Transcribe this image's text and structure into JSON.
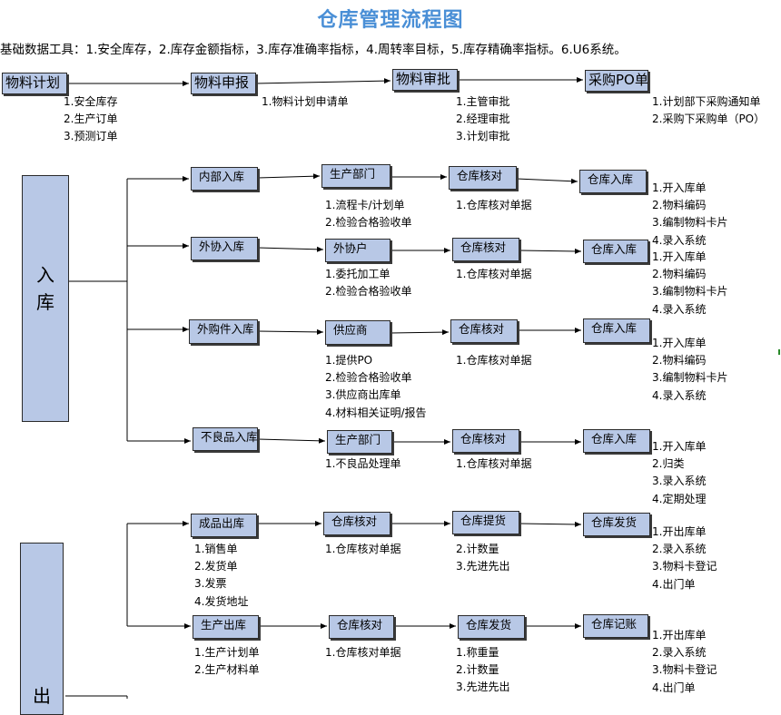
{
  "title": "仓库管理流程图",
  "tools": "基础数据工具：1.安全库存，2.库存金额指标，3.库存准确率指标，4.周转率目标，5.库存精确率指标。6.U6系统。",
  "top": {
    "boxes": [
      "物料计划",
      "物料申报",
      "物料审批",
      "采购PO单"
    ],
    "notes": [
      [
        "1.安全库存",
        "2.生产订单",
        "3.预测订单"
      ],
      [
        "1.物料计划申请单"
      ],
      [
        "1.主管审批",
        "2.经理审批",
        "3.计划审批"
      ],
      [
        "1.计划部下采购通知单",
        "2.采购下采购单（PO）"
      ]
    ]
  },
  "inbound": {
    "label": "入库",
    "rows": [
      {
        "boxes": [
          "内部入库",
          "生产部门",
          "仓库核对",
          "仓库入库"
        ],
        "notes": [
          [
            "1.流程卡/计划单",
            "2.检验合格验收单"
          ],
          [
            "1.仓库核对单据"
          ],
          [
            "1.开入库单",
            "2.物料编码",
            "3.编制物料卡片",
            "4.录入系统"
          ]
        ]
      },
      {
        "boxes": [
          "外协入库",
          "外协户",
          "仓库核对",
          "仓库入库"
        ],
        "notes": [
          [
            "1.委托加工单",
            "2.检验合格验收单"
          ],
          [
            "1.仓库核对单据"
          ],
          [
            "1.开入库单",
            "2.物料编码",
            "3.编制物料卡片",
            "4.录入系统"
          ]
        ]
      },
      {
        "boxes": [
          "外购件入库",
          "供应商",
          "仓库核对",
          "仓库入库"
        ],
        "notes": [
          [
            "1.提供PO",
            "2.检验合格验收单",
            "3.供应商出库单",
            "4.材料相关证明/报告"
          ],
          [
            "1.仓库核对单据"
          ],
          [
            "1.开入库单",
            "2.物料编码",
            "3.编制物料卡片",
            "4.录入系统"
          ]
        ]
      },
      {
        "boxes": [
          "不良品入库",
          "生产部门",
          "仓库核对",
          "仓库入库"
        ],
        "notes": [
          [
            "1.不良品处理单"
          ],
          [
            "1.仓库核对单据"
          ],
          [
            "1.开入库单",
            "2.归类",
            "3.录入系统",
            "4.定期处理"
          ]
        ]
      }
    ]
  },
  "outbound": {
    "label": "出",
    "rows": [
      {
        "boxes": [
          "成品出库",
          "仓库核对",
          "仓库提货",
          "仓库发货"
        ],
        "notes": [
          [
            "1.销售单",
            "2.发货单",
            "3.发票",
            "4.发货地址"
          ],
          [
            "1.仓库核对单据"
          ],
          [
            "2.计数量",
            "3.先进先出"
          ],
          [
            "1.开出库单",
            "2.录入系统",
            "3.物料卡登记",
            "4.出门单"
          ]
        ]
      },
      {
        "boxes": [
          "生产出库",
          "仓库核对",
          "仓库发货",
          "仓库记账"
        ],
        "notes": [
          [
            "1.生产计划单",
            "2.生产材料单"
          ],
          [
            "1.仓库核对单据"
          ],
          [
            "1.称重量",
            "2.计数量",
            "3.先进先出"
          ],
          [
            "1.开出库单",
            "2.录入系统",
            "3.物料卡登记",
            "4.出门单"
          ]
        ]
      }
    ]
  }
}
